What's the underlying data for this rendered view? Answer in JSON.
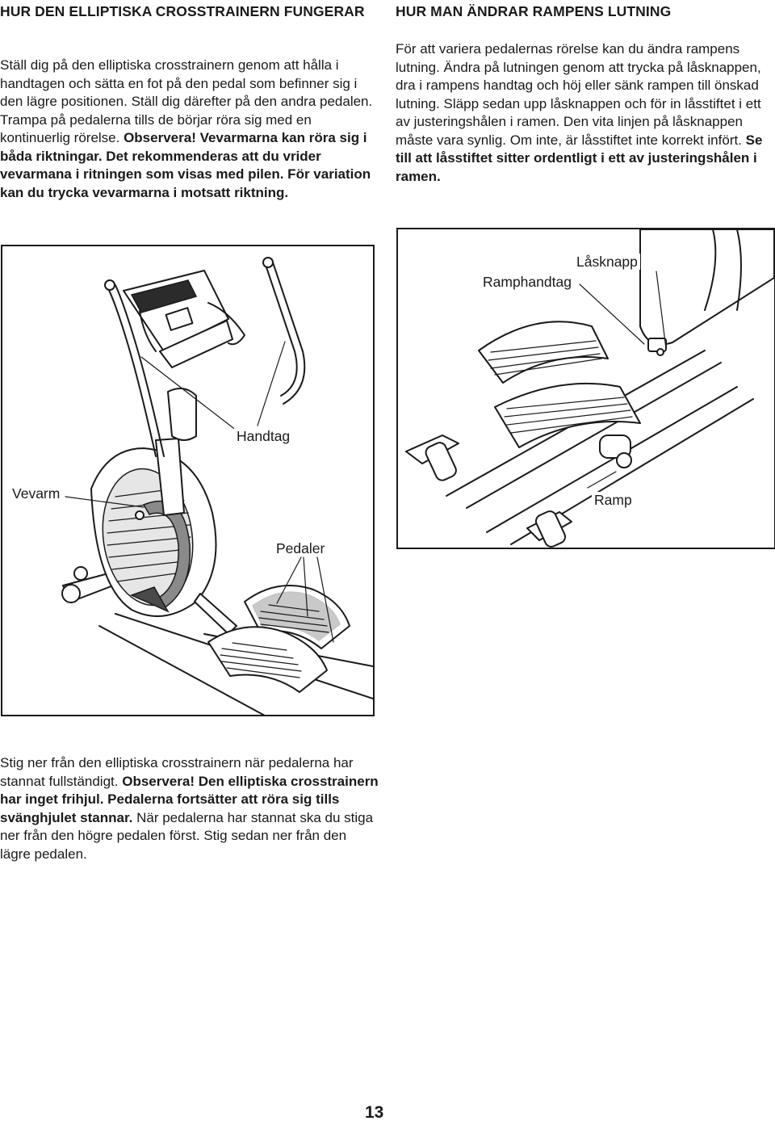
{
  "left": {
    "heading": "HUR DEN ELLIPTISKA CROSSTRAINERN FUNGERAR",
    "body": [
      {
        "t": "Ställ dig på den elliptiska crosstrainern genom att hålla i handtagen och sätta en fot på den pedal som befinner sig i den lägre positionen. Ställ dig därefter på den andra pedalen. Trampa på pedalerna tills de börjar röra sig med en kontinuerlig rörelse. ",
        "bold": false
      },
      {
        "t": "Observera! Vevarmarna kan röra sig i båda riktningar. Det rekommenderas att du vrider vevarmana i ritningen som visas med pilen. För variation kan du trycka vevarmarna i motsatt riktning.",
        "bold": true
      }
    ]
  },
  "right": {
    "heading": "HUR MAN ÄNDRAR RAMPENS LUTNING",
    "body": [
      {
        "t": "För att variera pedalernas rörelse kan du ändra rampens lutning. Ändra på lutningen genom att trycka på låsknappen, dra i rampens handtag och höj eller sänk rampen till önskad lutning. Släpp sedan upp låsknappen och för in låsstiftet i ett av justeringshålen i ramen. Den vita linjen på låsknappen måste vara synlig. Om inte, är låsstiftet inte korrekt infört. ",
        "bold": false
      },
      {
        "t": "Se till att låsstiftet sitter ordentligt i ett av justeringshålen i ramen.",
        "bold": true
      }
    ]
  },
  "figure_left": {
    "labels": {
      "handle": "Handtag",
      "crank_arm": "Vevarm",
      "pedals": "Pedaler"
    }
  },
  "figure_right": {
    "labels": {
      "lock_button": "Låsknapp",
      "ramp_handle": "Ramphandtag",
      "ramp": "Ramp"
    }
  },
  "bottom": {
    "body": [
      {
        "t": "Stig ner från den elliptiska crosstrainern när pedalerna har stannat fullständigt. ",
        "bold": false
      },
      {
        "t": "Observera! Den elliptiska crosstrainern har inget frihjul. Pedalerna fortsätter att röra sig tills svänghjulet stannar.",
        "bold": true
      },
      {
        "t": " När pedalerna har stannat ska du stiga ner från den högre pedalen först. Stig sedan ner från den lägre pedalen.",
        "bold": false
      }
    ]
  },
  "page_number": "13"
}
